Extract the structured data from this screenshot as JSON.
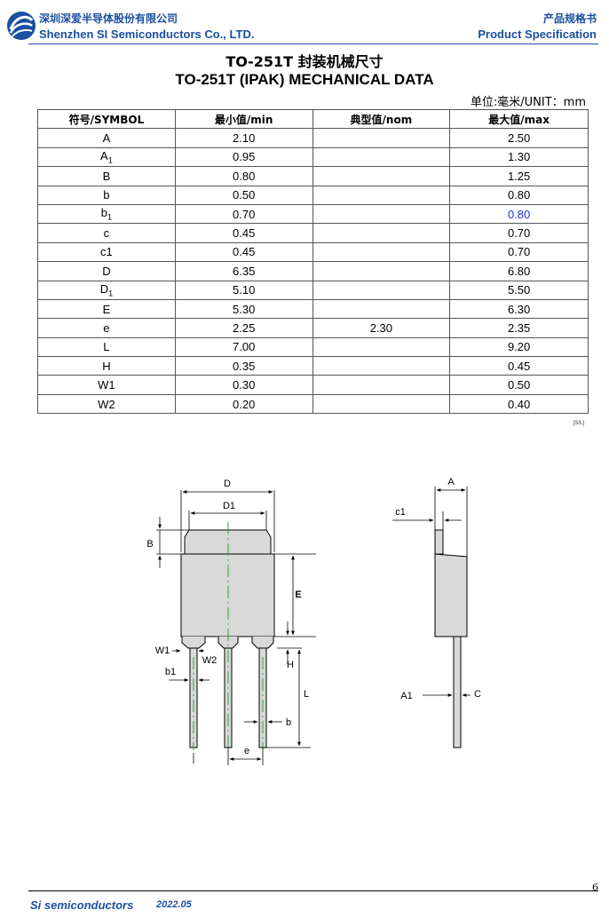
{
  "header": {
    "company_cn": "深圳深爱半导体股份有限公司",
    "company_en": "Shenzhen SI Semiconductors Co., LTD.",
    "doc_type_cn": "产品规格书",
    "doc_type_en": "Product Specification"
  },
  "title": {
    "line1": "TO-251T 封装机械尺寸",
    "line2": "TO-251T (IPAK) MECHANICAL DATA",
    "unit": "单位:毫米/UNIT：mm"
  },
  "table": {
    "headers": [
      "符号/SYMBOL",
      "最小值/min",
      "典型值/nom",
      "最大值/max"
    ],
    "rows": [
      {
        "symbol": "A",
        "sub": "",
        "min": "2.10",
        "nom": "",
        "max": "2.50"
      },
      {
        "symbol": "A",
        "sub": "1",
        "min": "0.95",
        "nom": "",
        "max": "1.30"
      },
      {
        "symbol": "B",
        "sub": "",
        "min": "0.80",
        "nom": "",
        "max": "1.25"
      },
      {
        "symbol": "b",
        "sub": "",
        "min": "0.50",
        "nom": "",
        "max": "0.80"
      },
      {
        "symbol": "b",
        "sub": "1",
        "min": "0.70",
        "nom": "",
        "max": "0.80"
      },
      {
        "symbol": "c",
        "sub": "",
        "min": "0.45",
        "nom": "",
        "max": "0.70"
      },
      {
        "symbol": "c1",
        "sub": "",
        "min": "0.45",
        "nom": "",
        "max": "0.70"
      },
      {
        "symbol": "D",
        "sub": "",
        "min": "6.35",
        "nom": "",
        "max": "6.80"
      },
      {
        "symbol": "D",
        "sub": "1",
        "min": "5.10",
        "nom": "",
        "max": "5.50"
      },
      {
        "symbol": "E",
        "sub": "",
        "min": "5.30",
        "nom": "",
        "max": "6.30"
      },
      {
        "symbol": "e",
        "sub": "",
        "min": "2.25",
        "nom": "2.30",
        "max": "2.35"
      },
      {
        "symbol": "L",
        "sub": "",
        "min": "7.00",
        "nom": "",
        "max": "9.20"
      },
      {
        "symbol": "H",
        "sub": "",
        "min": "0.35",
        "nom": "",
        "max": "0.45"
      },
      {
        "symbol": "W1",
        "sub": "",
        "min": "0.30",
        "nom": "",
        "max": "0.50"
      },
      {
        "symbol": "W2",
        "sub": "",
        "min": "0.20",
        "nom": "",
        "max": "0.40"
      }
    ],
    "note": "[S/L]"
  },
  "drawing_labels": {
    "D": "D",
    "D1": "D1",
    "B": "B",
    "E": "E",
    "W1": "W1",
    "W2": "W2",
    "b1": "b1",
    "H": "H",
    "L": "L",
    "b": "b",
    "e": "e",
    "A": "A",
    "c1": "c1",
    "A1": "A1",
    "C": "C"
  },
  "footer": {
    "brand": "Si semiconductors",
    "date": "2022.05",
    "page": "6"
  },
  "colors": {
    "brand_blue": "#1a4fa0",
    "highlight_value": "#2233cc",
    "package_gray": "#d9d9d9",
    "centerline_green": "#3c9a3c"
  }
}
